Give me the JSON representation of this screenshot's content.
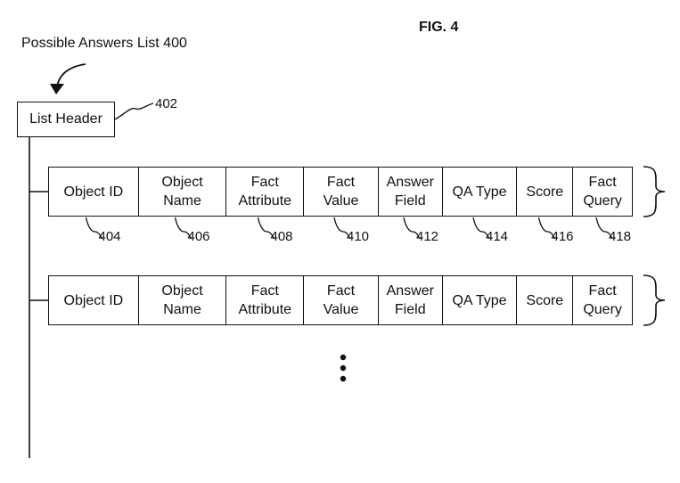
{
  "figure_label": "FIG. 4",
  "list_title": "Possible Answers List 400",
  "list_header": {
    "label": "List Header",
    "ref": "402"
  },
  "field_refs": [
    "404",
    "406",
    "408",
    "410",
    "412",
    "414",
    "416",
    "418"
  ],
  "records": [
    {
      "fields": [
        "Object ID",
        "Object\nName",
        "Fact\nAttribute",
        "Fact\nValue",
        "Answer\nField",
        "QA Type",
        "Score",
        "Fact\nQuery"
      ]
    },
    {
      "fields": [
        "Object ID",
        "Object\nName",
        "Fact\nAttribute",
        "Fact\nValue",
        "Answer\nField",
        "QA Type",
        "Score",
        "Fact\nQuery"
      ]
    }
  ],
  "continuation": "ellipsis-vertical"
}
